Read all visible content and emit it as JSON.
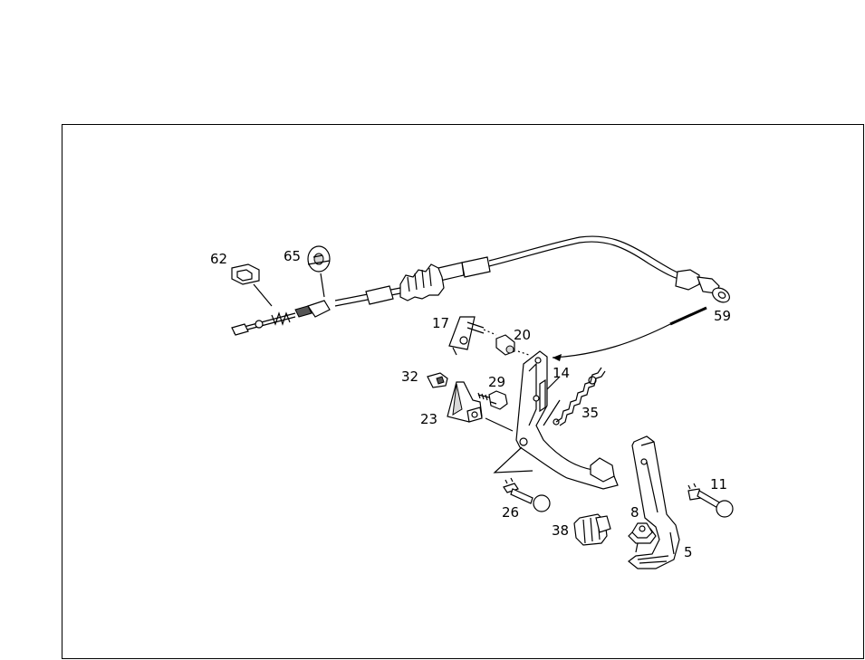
{
  "diagram": {
    "callouts": {
      "c62": "62",
      "c65": "65",
      "c59": "59",
      "c17": "17",
      "c20": "20",
      "c14": "14",
      "c32": "32",
      "c29": "29",
      "c35": "35",
      "c23": "23",
      "c11": "11",
      "c8": "8",
      "c26": "26",
      "c38": "38",
      "c5": "5"
    }
  }
}
